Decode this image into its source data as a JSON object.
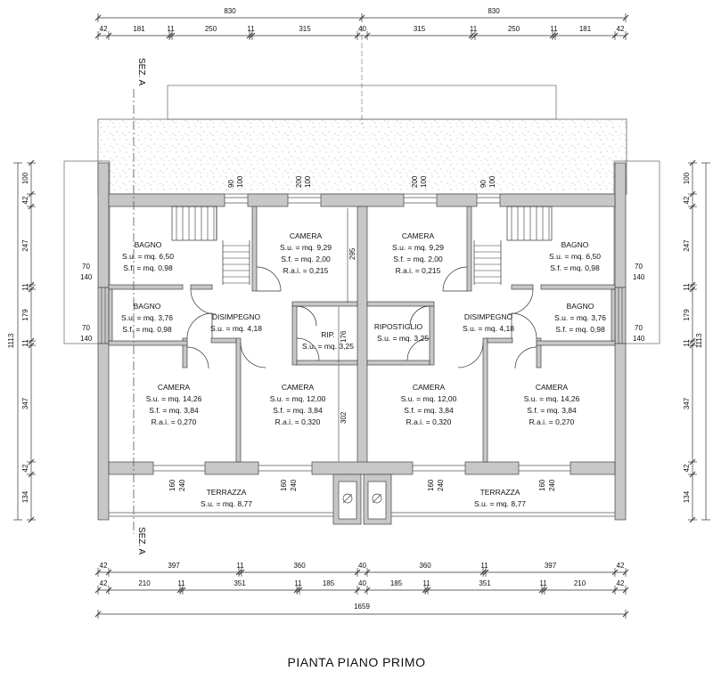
{
  "title": "PIANTA PIANO PRIMO",
  "section_label": "SEZ. A",
  "dims_top_total": [
    "830",
    "830"
  ],
  "dims_top_detail": [
    "42",
    "181",
    "11",
    "250",
    "11",
    "315",
    "40",
    "315",
    "11",
    "250",
    "11",
    "181",
    "42"
  ],
  "dims_bottom_1": [
    "42",
    "397",
    "11",
    "360",
    "40",
    "360",
    "11",
    "397",
    "42"
  ],
  "dims_bottom_2": [
    "42",
    "210",
    "11",
    "351",
    "11",
    "185",
    "40",
    "185",
    "11",
    "351",
    "11",
    "210",
    "42"
  ],
  "dims_bottom_total": "1659",
  "dims_side_total": "1113",
  "dims_side": [
    "100",
    "42",
    "247",
    "11",
    "179",
    "11",
    "347",
    "42",
    "134"
  ],
  "inner_dims": {
    "window_90": "90",
    "window_100": "100",
    "window_200": "200",
    "door_70": "70",
    "door_140": "140",
    "h_295": "295",
    "h_176": "176",
    "h_302": "302",
    "t_160": "160",
    "t_240": "240"
  },
  "rooms": {
    "bagno_1": {
      "name": "BAGNO",
      "su": "S.u. = mq. 6,50",
      "sf": "S.f. = mq. 0,98"
    },
    "bagno_2": {
      "name": "BAGNO",
      "su": "S.u. = mq. 3,76",
      "sf": "S.f. = mq. 0,98"
    },
    "camera_a": {
      "name": "CAMERA",
      "su": "S.u. = mq. 9,29",
      "sf": "S.f. = mq. 2,00",
      "rai": "R.a.i. = 0,215"
    },
    "disimpegno": {
      "name": "DISIMPEGNO",
      "su": "S.u. = mq. 4,18"
    },
    "rip": {
      "name": "RIP.",
      "su": "S.u. = mq. 3,25"
    },
    "ripostiglio": {
      "name": "RIPOSTIGLIO",
      "su": "S.u. = mq. 3,25"
    },
    "camera_b": {
      "name": "CAMERA",
      "su": "S.u. = mq. 14,26",
      "sf": "S.f. = mq. 3,84",
      "rai": "R.a.i. = 0,270"
    },
    "camera_c": {
      "name": "CAMERA",
      "su": "S.u. = mq. 12,00",
      "sf": "S.f. = mq. 3,84",
      "rai": "R.a.i. = 0,320"
    },
    "terrazza": {
      "name": "TERRAZZA",
      "su": "S.u. = mq. 8,77"
    }
  }
}
